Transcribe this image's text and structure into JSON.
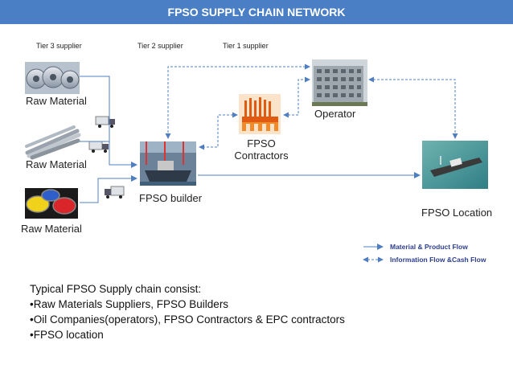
{
  "title": "FPSO SUPPLY CHAIN NETWORK",
  "tiers": [
    "Tier 3 supplier",
    "Tier 2 supplier",
    "Tier 1 supplier"
  ],
  "nodes": {
    "raw_material_1": "Raw Material",
    "raw_material_2": "Raw Material",
    "raw_material_3": "Raw Material",
    "fpso_builder": "FPSO builder",
    "fpso_contractors_line1": "FPSO",
    "fpso_contractors_line2": "Contractors",
    "operator": "Operator",
    "fpso_location": "FPSO Location"
  },
  "legend": {
    "material_flow": "Material & Product Flow",
    "information_flow": "Information Flow &Cash Flow"
  },
  "summary": {
    "intro": "Typical FPSO Supply chain consist:",
    "items": [
      "•Raw Materials Suppliers, FPSO Builders",
      "•Oil Companies(operators), FPSO Contractors & EPC contractors",
      "•FPSO location"
    ]
  },
  "colors": {
    "title_bar": "#4a7ec5",
    "arrow": "#4f7fc0",
    "legend_text": "#2d3f8c"
  }
}
